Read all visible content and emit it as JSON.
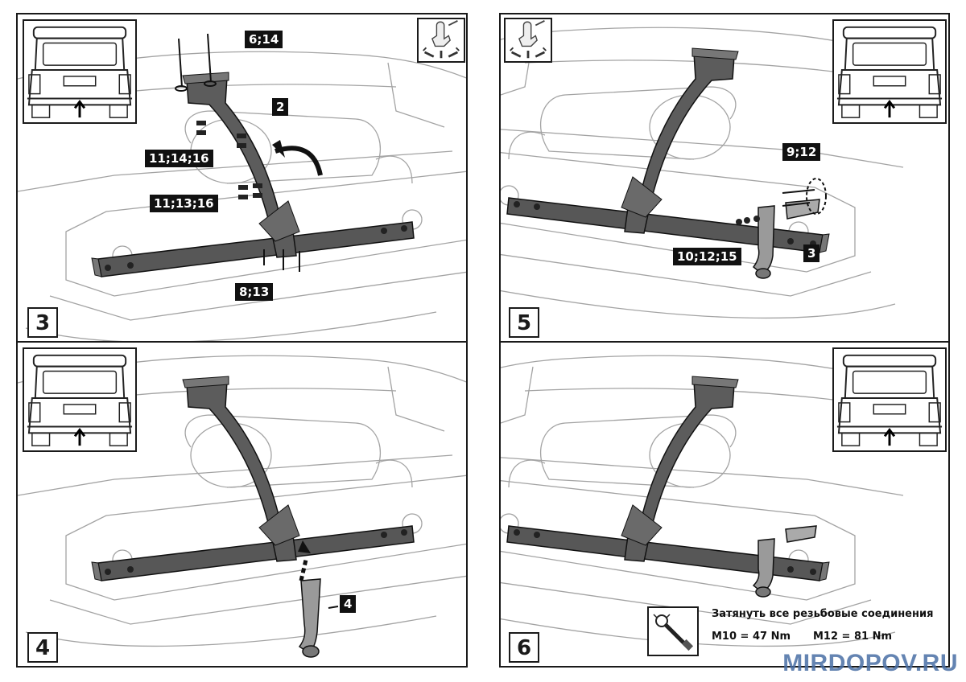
{
  "steps": [
    {
      "number": "3",
      "labels": [
        "6;14",
        "2",
        "11;14;16",
        "11;13;16",
        "8;13"
      ]
    },
    {
      "number": "4",
      "labels": [
        "4"
      ]
    },
    {
      "number": "5",
      "labels": [
        "9;12",
        "10;12;15",
        "3"
      ]
    },
    {
      "number": "6",
      "labels": []
    }
  ],
  "torque": {
    "title": "Затянуть все резьбовые соединения",
    "m10": "M10 = 47 Nm",
    "m12": "M12 = 81 Nm"
  },
  "watermark": "MIRDOPOV.RU",
  "colors": {
    "line": "#1a1a1a",
    "steel": "#555555",
    "sketch": "#9a9a9a",
    "label_bg": "#111111",
    "watermark": "#4a6fa5"
  },
  "icons": [
    "car-rear-icon",
    "wrench-hand-icon",
    "torque-wrench-icon",
    "arrow-up-icon",
    "rotate-arrow-icon",
    "insert-arrow-icon"
  ]
}
